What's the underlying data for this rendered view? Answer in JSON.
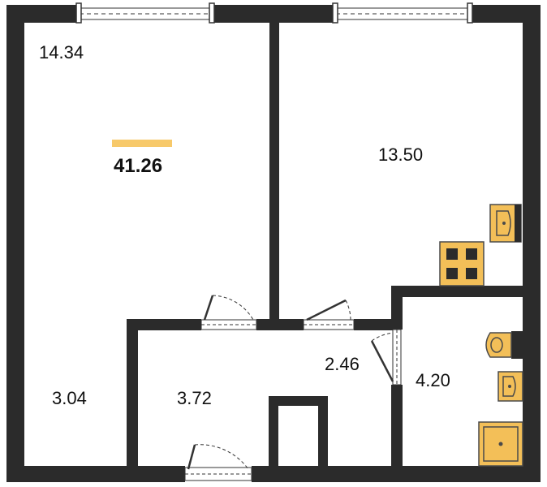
{
  "plan": {
    "total_area": "41.26",
    "rooms": [
      {
        "id": "room",
        "area": "14.34"
      },
      {
        "id": "kitchen",
        "area": "13.50"
      },
      {
        "id": "loggia",
        "area": "3.04"
      },
      {
        "id": "hall",
        "area": "3.72"
      },
      {
        "id": "corridor",
        "area": "2.46"
      },
      {
        "id": "bathroom",
        "area": "4.20"
      }
    ]
  },
  "colors": {
    "wall": "#2b2b2b",
    "fixture_fill": "#f3bf58",
    "fixture_stroke": "#4a4a4a",
    "accent_bar": "#f7c96a",
    "background": "#ffffff"
  }
}
